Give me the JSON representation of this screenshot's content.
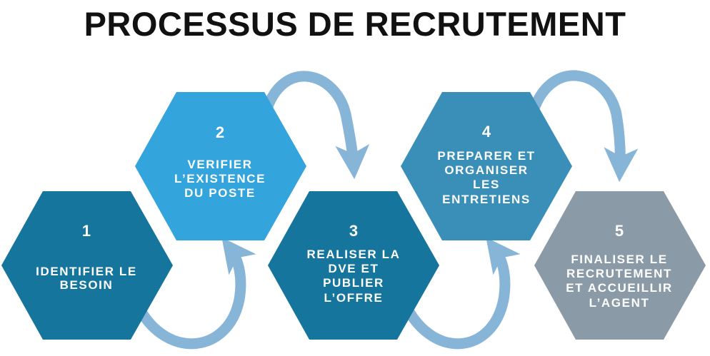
{
  "title": "PROCESSUS DE RECRUTEMENT",
  "colors": {
    "step1": "#16759d",
    "step2": "#33a4dc",
    "step3": "#16759d",
    "step4": "#3a8fb9",
    "step5": "#8a9aa7",
    "arrow": "#87b5d8"
  },
  "steps": [
    {
      "number": "1",
      "lines": [
        "IDENTIFIER LE",
        "BESOIN"
      ]
    },
    {
      "number": "2",
      "lines": [
        "VERIFIER",
        "L’EXISTENCE",
        "DU POSTE"
      ]
    },
    {
      "number": "3",
      "lines": [
        "REALISER LA",
        "DVE ET",
        "PUBLIER",
        "L’OFFRE"
      ]
    },
    {
      "number": "4",
      "lines": [
        "PREPARER ET",
        "ORGANISER",
        "LES",
        "ENTRETIENS"
      ]
    },
    {
      "number": "5",
      "lines": [
        "FINALISER LE",
        "RECRUTEMENT",
        "ET ACCUEILLIR",
        "L’AGENT"
      ]
    }
  ]
}
